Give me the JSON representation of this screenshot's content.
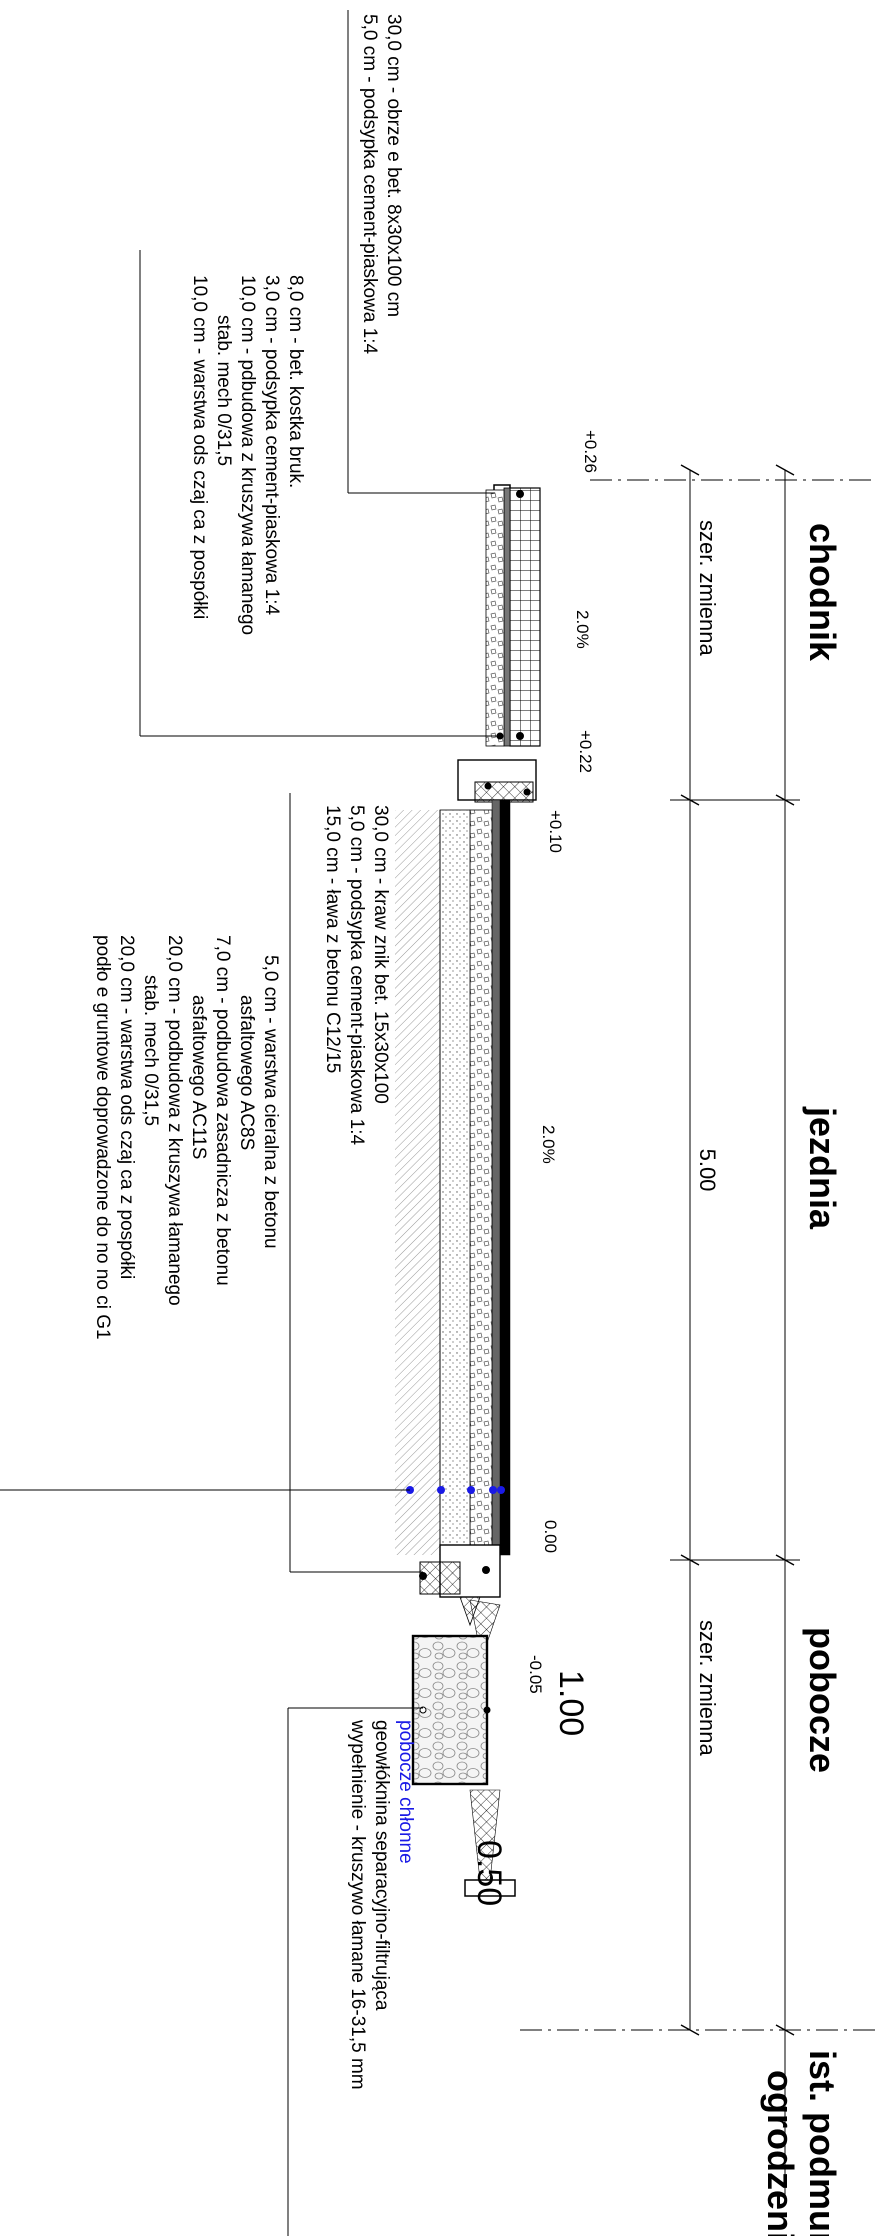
{
  "sections": {
    "chodnik": "chodnik",
    "jezdnia": "jezdnia",
    "pobocze": "pobocze",
    "fence_line1": "ist. podmurówka",
    "fence_line2": "ogrodzenia"
  },
  "dimensions": {
    "chodnik_width": "szer. zmienna",
    "jezdnia_width": "5.00",
    "pobocze_width": "szer. zmienna",
    "pobocze_trench": "1.00",
    "pobocze_slope": "0.50"
  },
  "elevations": {
    "e1": "+0.26",
    "e2": "+0.22",
    "e3": "+0.10",
    "e4": "0.00",
    "e5": "-0.05"
  },
  "slopes": {
    "chodnik": "2.0%",
    "jezdnia": "2.0%"
  },
  "notes": {
    "obrzeze": [
      "30,0 cm - obrze  e bet. 8x30x100 cm",
      "5,0 cm - podsypka cement-piaskowa 1:4"
    ],
    "chodnik_layers": [
      "8,0 cm - bet. kostka bruk.",
      "3,0 cm - podsypka cement-piaskowa 1:4",
      "10,0 cm - pdbudowa z kruszywa łamanego",
      "stab. mech 0/31,5",
      "10,0 cm - warstwa ods  czaj  ca z pospółki"
    ],
    "kraweznik": [
      "30,0 cm - kraw  znik bet. 15x30x100",
      "5,0 cm - podsypka cement-piaskowa 1:4",
      "15,0 cm - ława z betonu C12/15"
    ],
    "jezdnia_layers": [
      "5,0 cm - warstwa  cieralna z betonu",
      "asfaltowego AC8S",
      "7,0 cm - podbudowa zasadnicza z betonu",
      "asfaltowego AC11S",
      "20,0 cm - podbudowa z kruszywa łamanego",
      "stab. mech 0/31,5",
      "20,0 cm - warstwa ods  czaj  ca z pospółki",
      "podło  e gruntowe doprowadzone do no  no  ci G1"
    ],
    "pobocze": {
      "title": "pobocze chłonne",
      "line1": "geowłóknina separacyjno-filtrująca",
      "line2": "wypełnienie - kruszywo łamane 16-31,5 mm"
    }
  },
  "colors": {
    "ink": "#000000",
    "accent_blue": "#1a1ae6",
    "hatch_gray": "#999999"
  }
}
